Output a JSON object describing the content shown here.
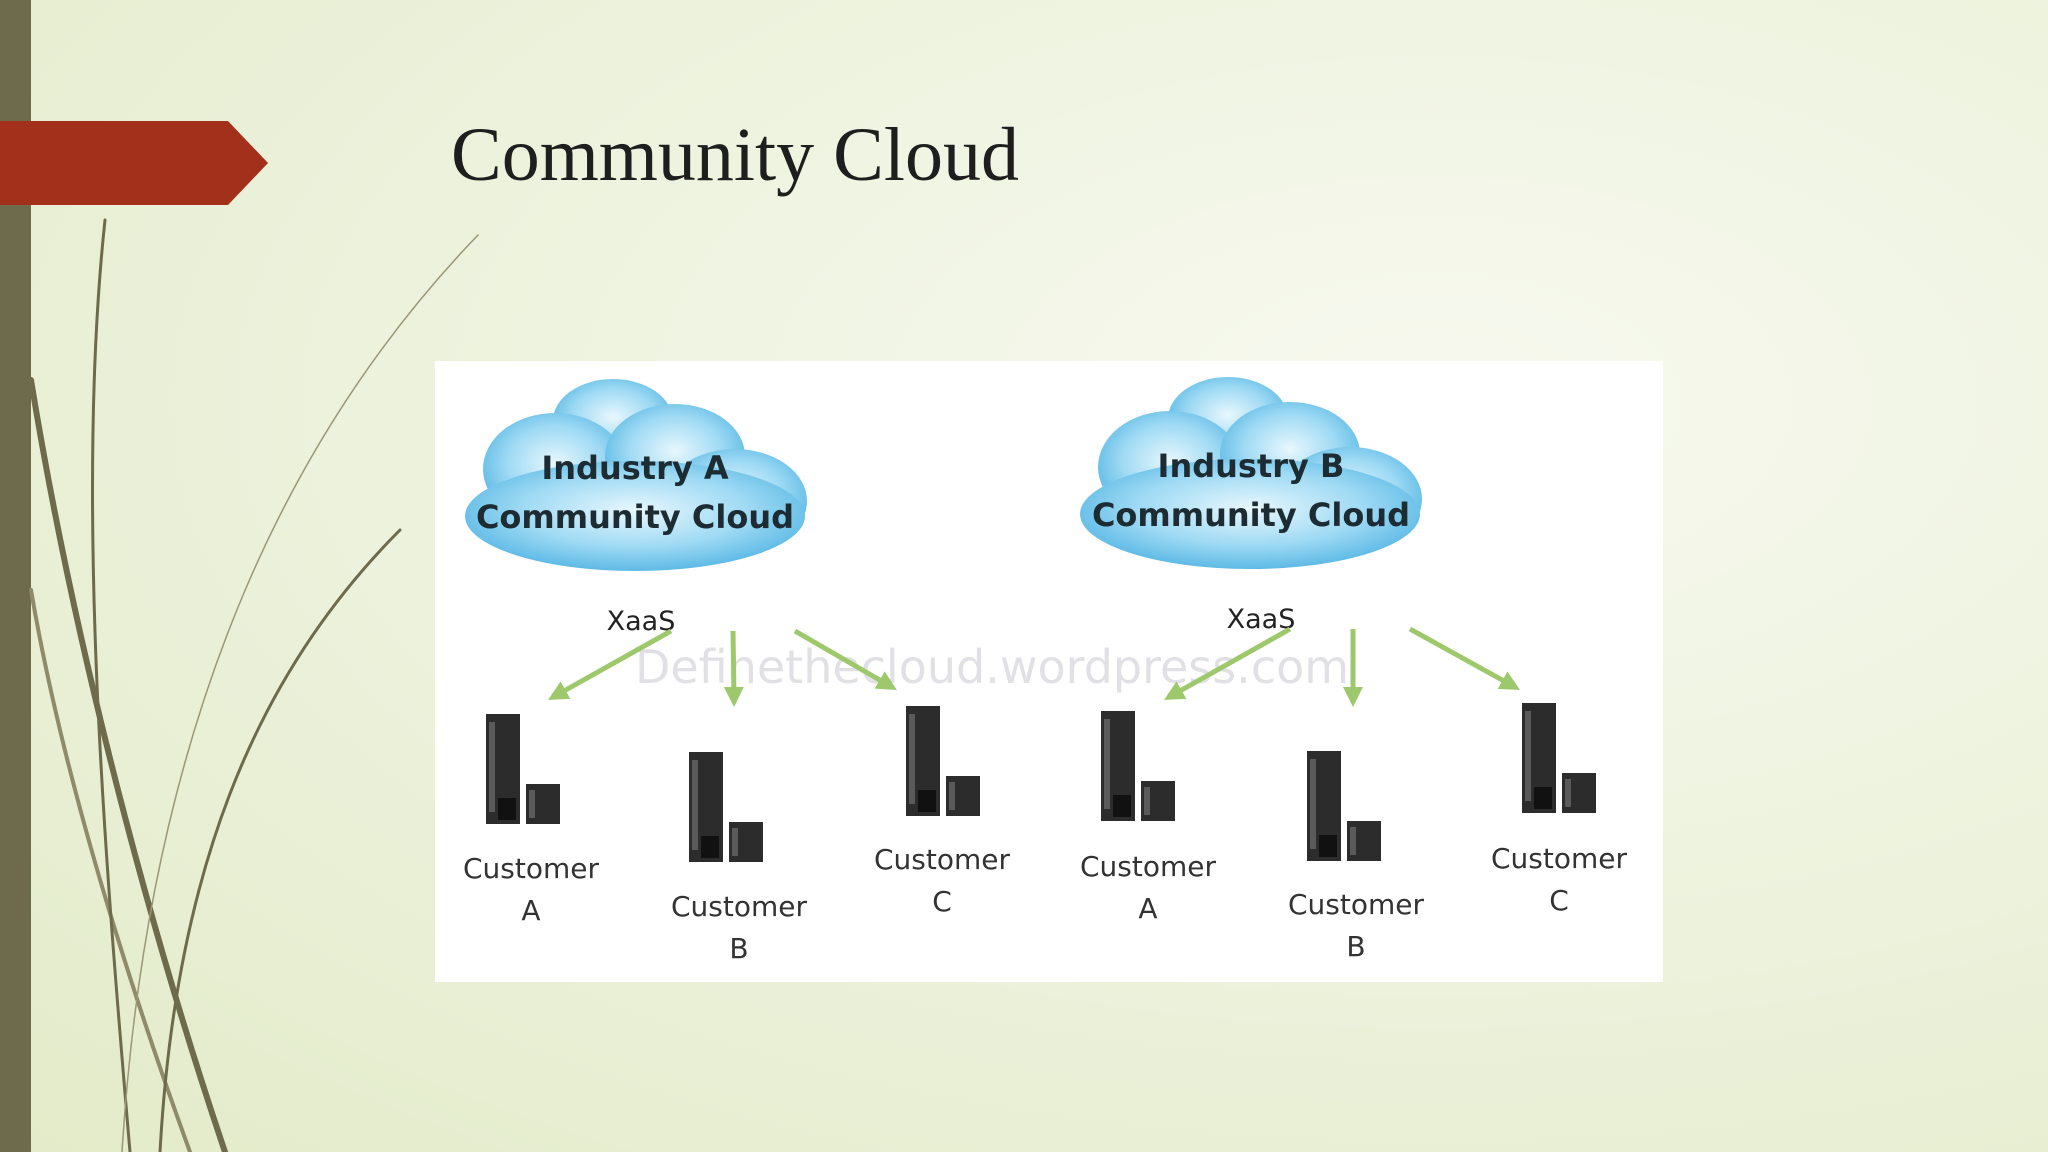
{
  "slide": {
    "title": "Community Cloud"
  },
  "diagram": {
    "watermark": "Definethecloud.wordpress.com",
    "clouds": [
      {
        "line1": "Industry A",
        "line2": "Community Cloud",
        "service_label": "XaaS",
        "customers": [
          {
            "line1": "Customer",
            "line2": "A"
          },
          {
            "line1": "Customer",
            "line2": "B"
          },
          {
            "line1": "Customer",
            "line2": "C"
          }
        ]
      },
      {
        "line1": "Industry B",
        "line2": "Community Cloud",
        "service_label": "XaaS",
        "customers": [
          {
            "line1": "Customer",
            "line2": "A"
          },
          {
            "line1": "Customer",
            "line2": "B"
          },
          {
            "line1": "Customer",
            "line2": "C"
          }
        ]
      }
    ]
  },
  "colors": {
    "accent_arrow": "#a3301b",
    "side_bar": "#6e6a4c",
    "cloud": "#66c3ea",
    "connector_arrow": "#9dc86c",
    "server": "#2c2c2c"
  },
  "icons": {
    "cloud": "cloud-icon",
    "server": "server-icon",
    "connector": "arrow-down-icon"
  }
}
